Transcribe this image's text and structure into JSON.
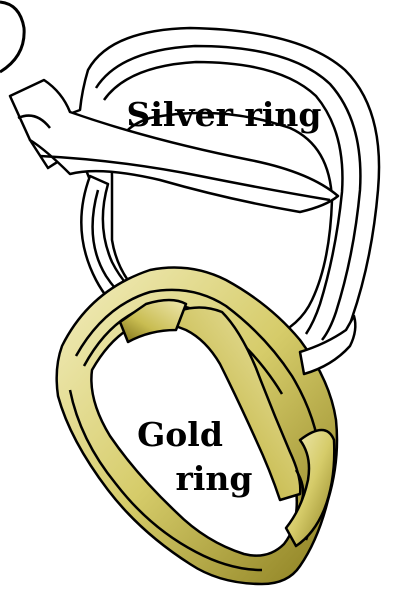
{
  "labels": {
    "silver": "Silver ring",
    "gold_line1": "Gold",
    "gold_line2": "ring"
  },
  "colors": {
    "silver_fill": "#ffffff",
    "gold_fill": "#d6cc6a",
    "gold_light": "#f3eec0",
    "gold_dark": "#8a7d1e",
    "outline": "#000000"
  }
}
